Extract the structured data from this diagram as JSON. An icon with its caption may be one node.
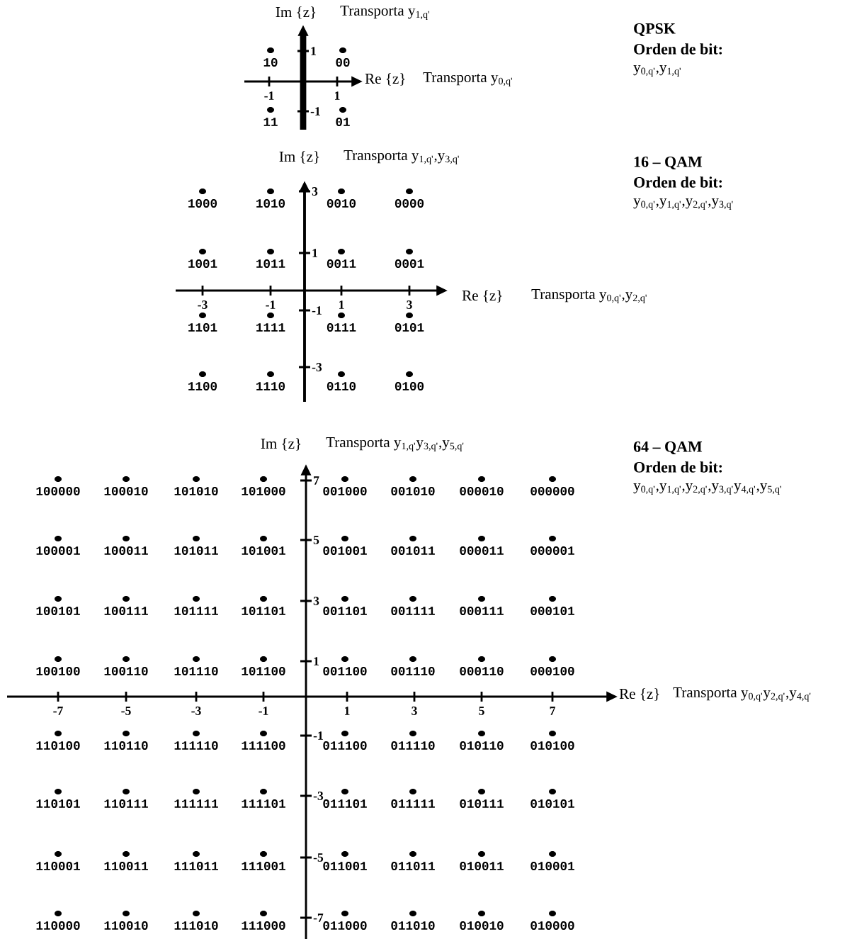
{
  "diagram": {
    "labels": [
      "Im {z}",
      "Transporta y$_{1,q'}$",
      "Re {z}",
      "Transporta y$_{0,q'}$",
      "QPSK",
      "Orden de bit:",
      "y$_{0,q'}$,y$_{1,q'}$",
      "-1",
      "1",
      "1",
      "-1",
      "10",
      "00",
      "11",
      "01",
      "Im {z}",
      "Transporta y$_{1,q'}$,y$_{3,q'}$",
      "Re {z}",
      "Transporta y$_{0,q'}$,y$_{2,q'}$",
      "16 – QAM",
      "Orden de bit:",
      "y$_{0,q'}$,y$_{1,q'}$,y$_{2,q'}$,y$_{3,q'}$",
      "-3",
      "-1",
      "1",
      "3",
      "3",
      "1",
      "-1",
      "-3",
      "1000",
      "1010",
      "0010",
      "0000",
      "1001",
      "1011",
      "0011",
      "0001",
      "1101",
      "1111",
      "0111",
      "0101",
      "1100",
      "1110",
      "0110",
      "0100",
      "Im {z}",
      "Transporta y$_{1,q'}$y$_{3,q'}$,y$_{5,q'}$",
      "Re {z}",
      "Transporta y$_{0,q'}$y$_{2,q'}$,y$_{4,q'}$",
      "64 – QAM",
      "Orden de bit:",
      "y$_{0,q'}$,y$_{1,q'}$,y$_{2,q'}$,y$_{3,q'}$y$_{4,q'}$,y$_{5,q'}$",
      "-7",
      "-5",
      "-3",
      "-1",
      "1",
      "3",
      "5",
      "7",
      "7",
      "5",
      "3",
      "1",
      "-1",
      "-3",
      "-5",
      "-7",
      "100000",
      "100010",
      "101010",
      "101000",
      "001000",
      "001010",
      "000010",
      "000000",
      "100001",
      "100011",
      "101011",
      "101001",
      "001001",
      "001011",
      "000011",
      "000001",
      "100101",
      "100111",
      "101111",
      "101101",
      "001101",
      "001111",
      "000111",
      "000101",
      "100100",
      "100110",
      "101110",
      "101100",
      "001100",
      "001110",
      "000110",
      "000100",
      "110100",
      "110110",
      "111110",
      "111100",
      "011100",
      "011110",
      "010110",
      "010100",
      "110101",
      "110111",
      "111111",
      "111101",
      "011101",
      "011111",
      "010111",
      "010101",
      "110001",
      "110011",
      "111011",
      "111001",
      "011001",
      "011011",
      "010011",
      "010001",
      "110000",
      "110010",
      "111010",
      "111000",
      "011000",
      "011010",
      "010010",
      "010000"
    ]
  }
}
